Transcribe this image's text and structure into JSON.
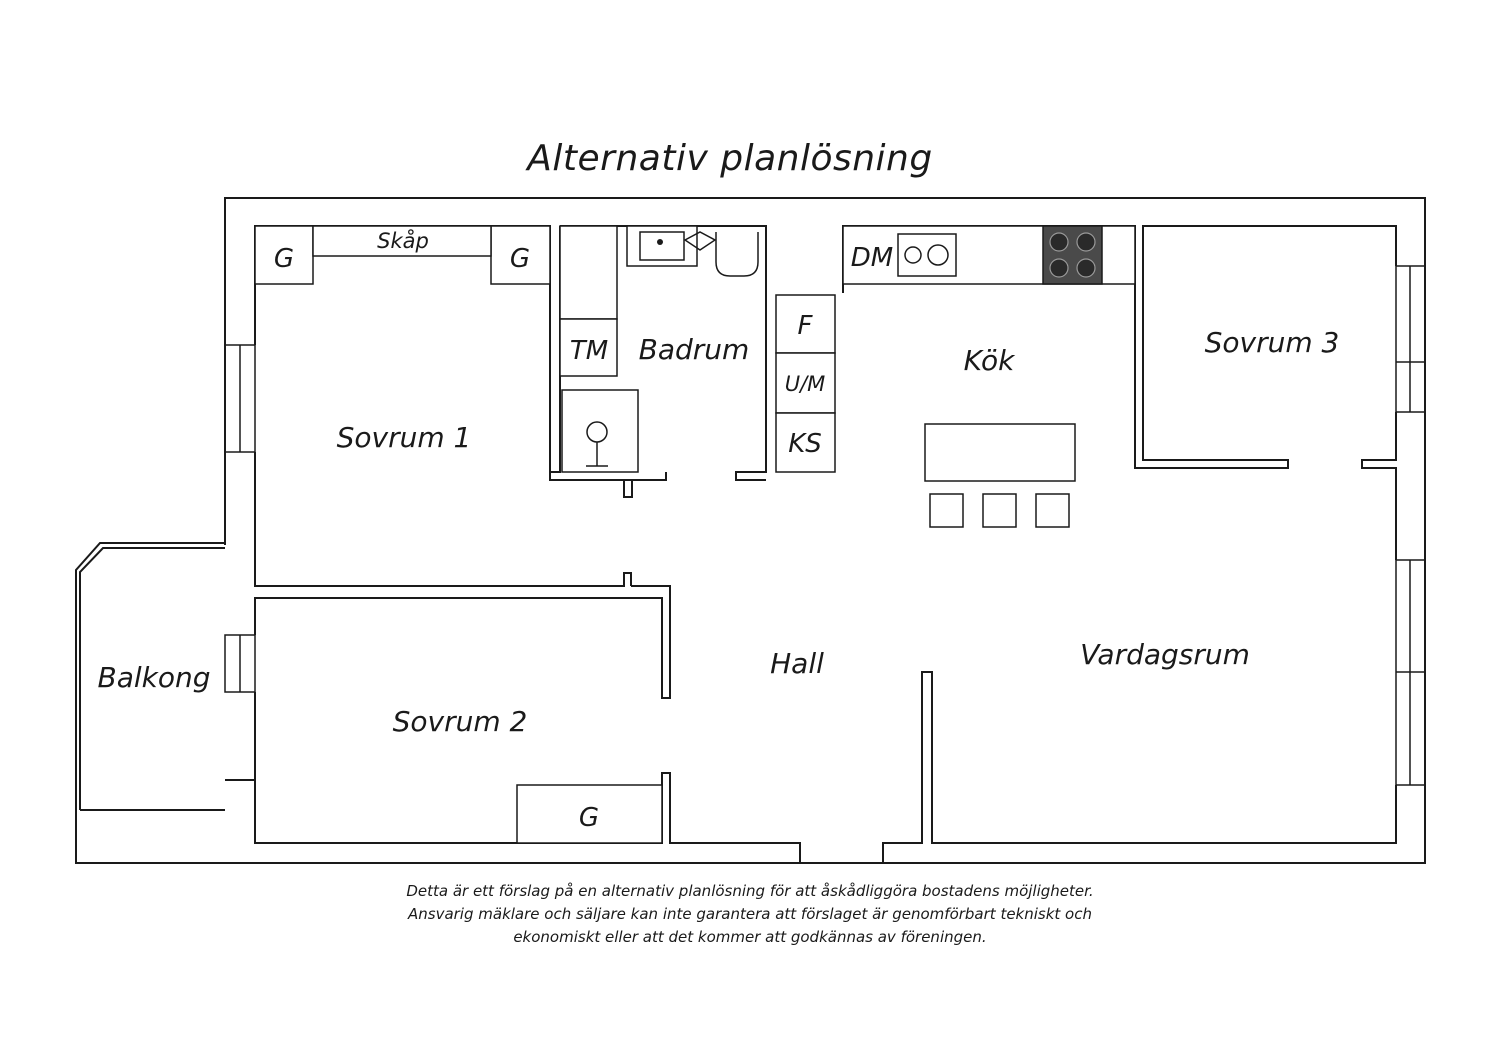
{
  "title": "Alternativ planlösning",
  "rooms": {
    "sovrum1": "Sovrum 1",
    "sovrum2": "Sovrum 2",
    "sovrum3": "Sovrum 3",
    "badrum": "Badrum",
    "kok": "Kök",
    "hall": "Hall",
    "vardagsrum": "Vardagsrum",
    "balkong": "Balkong"
  },
  "fixtures": {
    "g1": "G",
    "g2": "G",
    "g3": "G",
    "skap": "Skåp",
    "tm": "TM",
    "dm": "DM",
    "f": "F",
    "um": "U/M",
    "ks": "KS"
  },
  "disclaimer": [
    "Detta är ett förslag på en alternativ planlösning för att åskådliggöra bostadens möjligheter.",
    "Ansvarig mäklare och säljare kan inte garantera att förslaget är genomförbart tekniskt och",
    "ekonomiskt eller att det kommer att godkännas av föreningen."
  ],
  "colors": {
    "line": "#1a1a1a",
    "stove": "#4a4a4a",
    "background": "#ffffff"
  }
}
